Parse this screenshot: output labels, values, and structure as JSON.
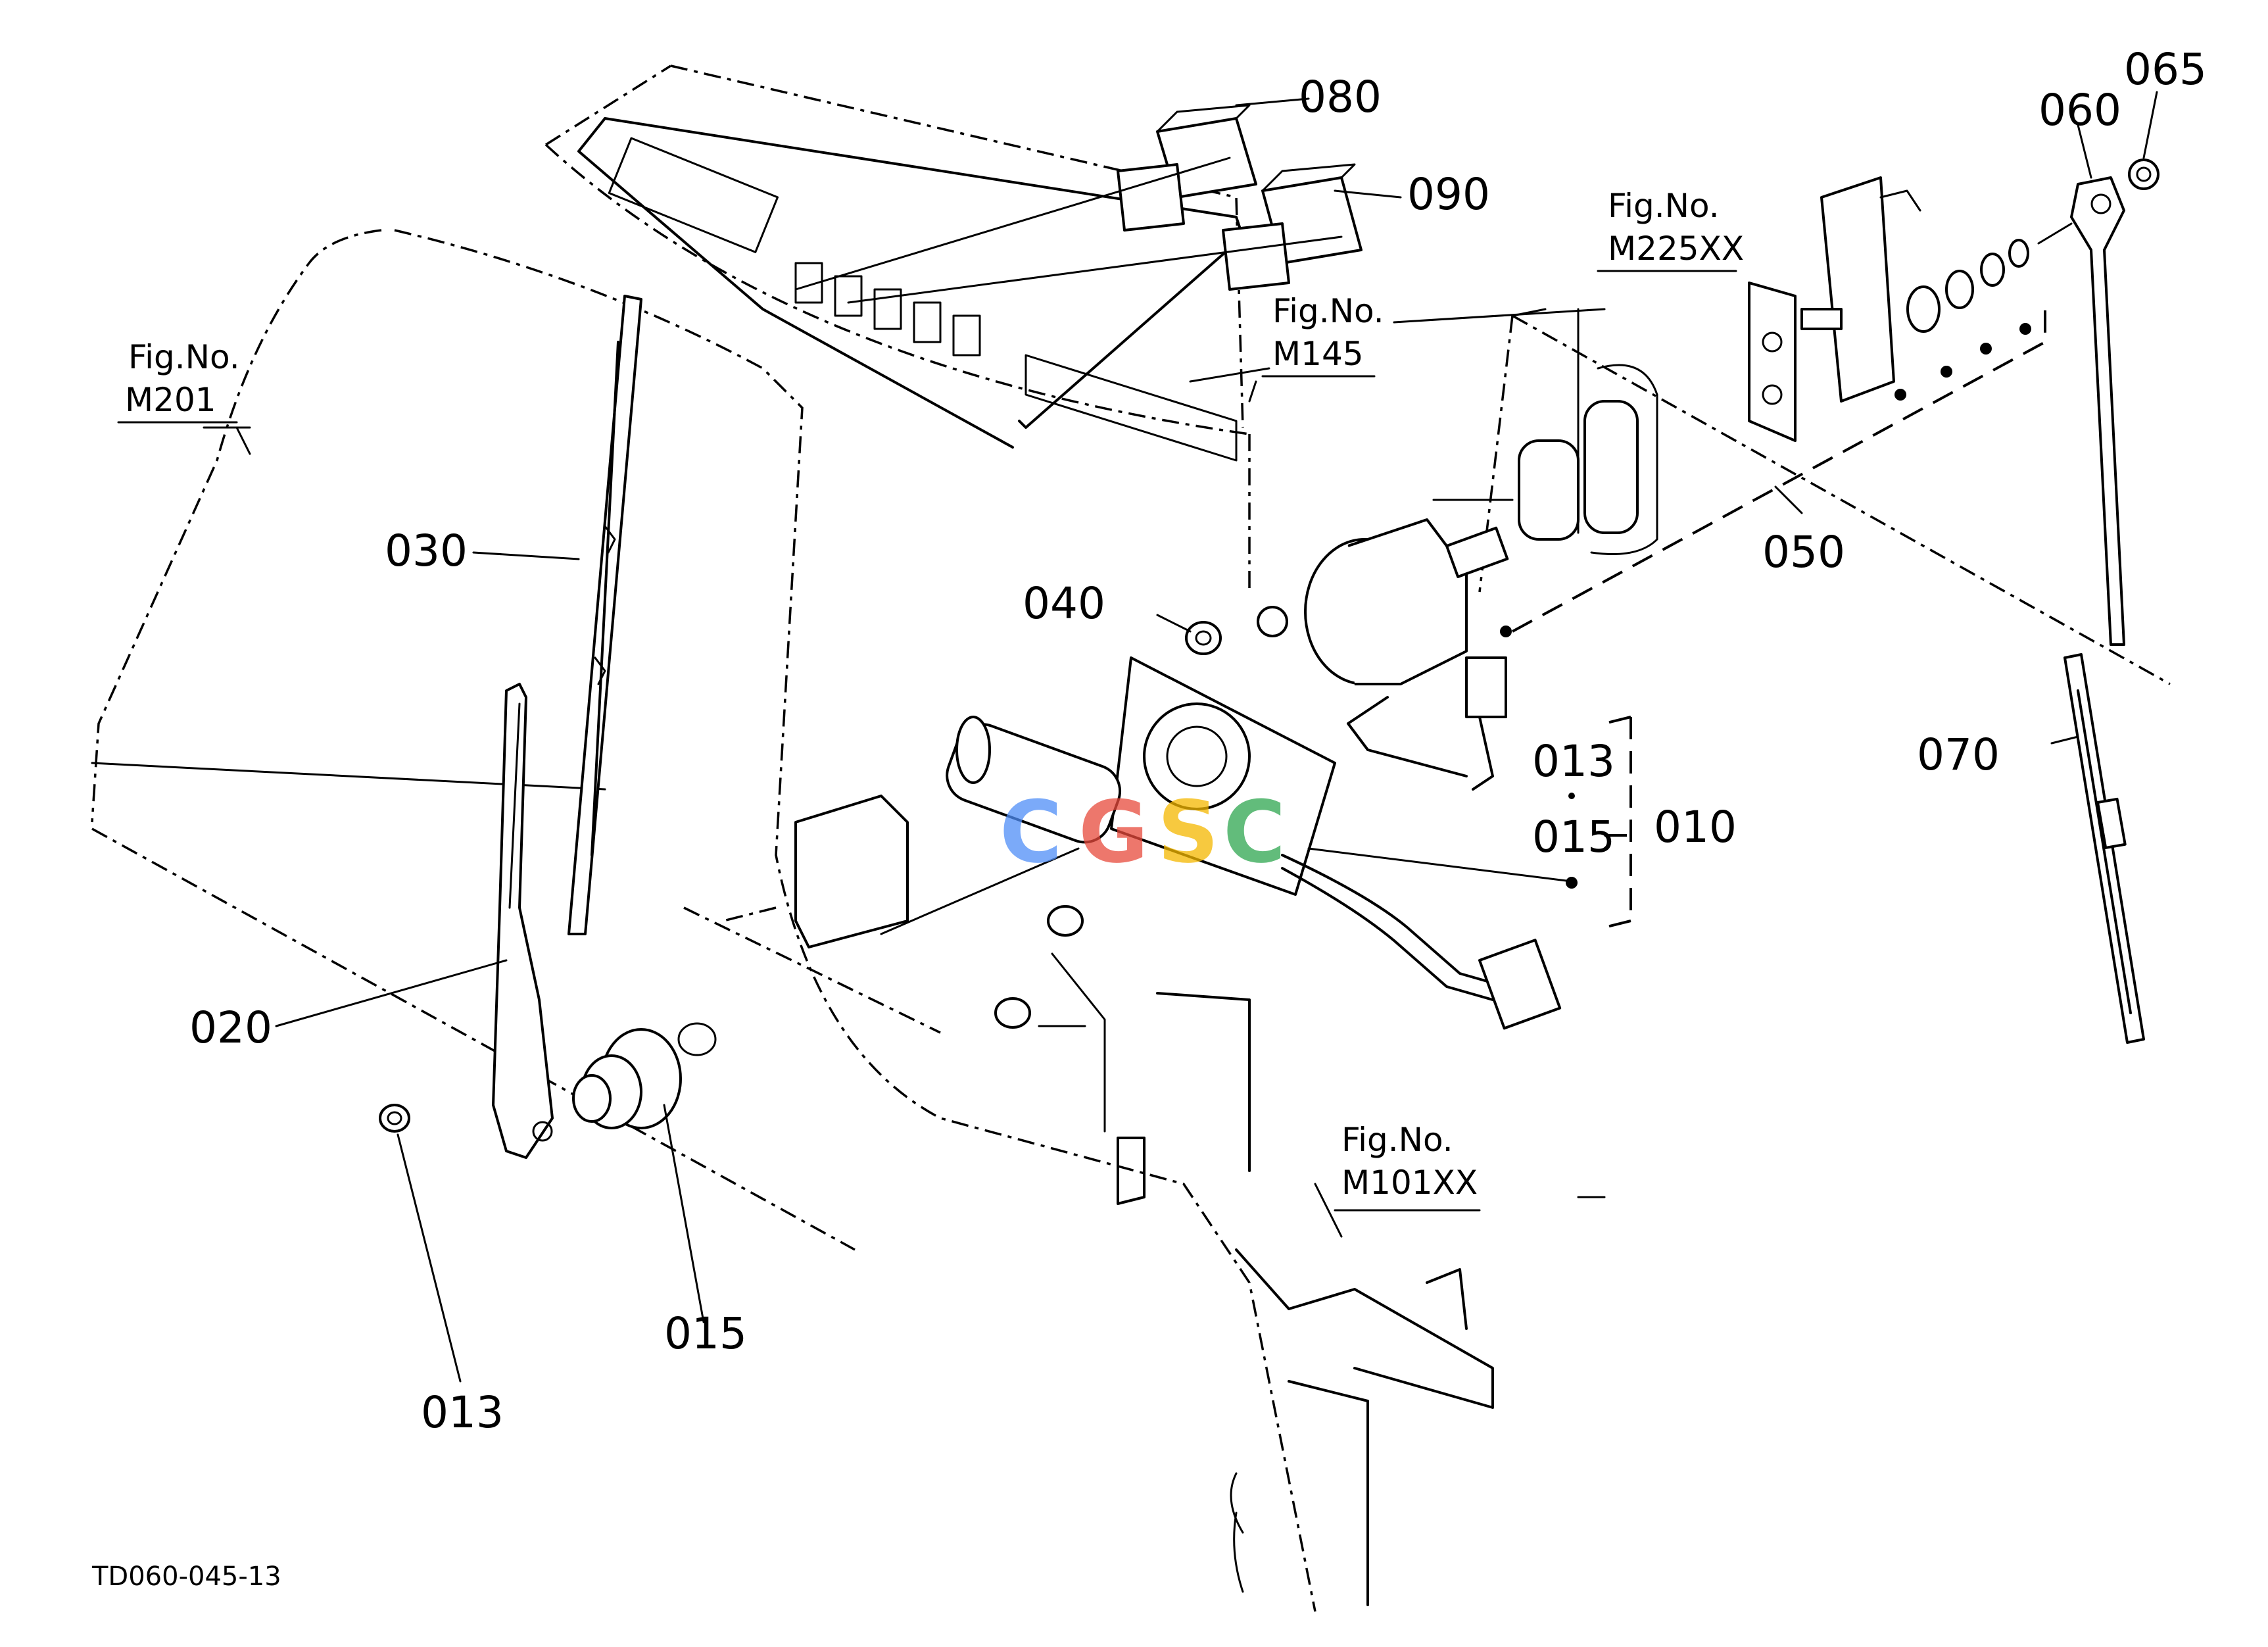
{
  "diagram_code": "TD060-045-13",
  "callouts": {
    "p080": "080",
    "p090": "090",
    "p065": "065",
    "p060": "060",
    "p030": "030",
    "p040": "040",
    "p050": "050",
    "p070": "070",
    "p013_top": "013",
    "p015_top": "015",
    "p010": "010",
    "p020": "020",
    "p015": "015",
    "p013": "013"
  },
  "fig_refs": {
    "m201": {
      "title": "Fig.No.",
      "code": "M201"
    },
    "m145": {
      "title": "Fig.No.",
      "code": "M145"
    },
    "m225": {
      "title": "Fig.No.",
      "code": "M225XX"
    },
    "m101": {
      "title": "Fig.No.",
      "code": "M101XX"
    }
  },
  "watermark": {
    "letters": [
      "C",
      "G",
      "S",
      "C"
    ],
    "colors": [
      "#4f8ef7",
      "#e84a3c",
      "#f5b800",
      "#2ea64f"
    ]
  }
}
